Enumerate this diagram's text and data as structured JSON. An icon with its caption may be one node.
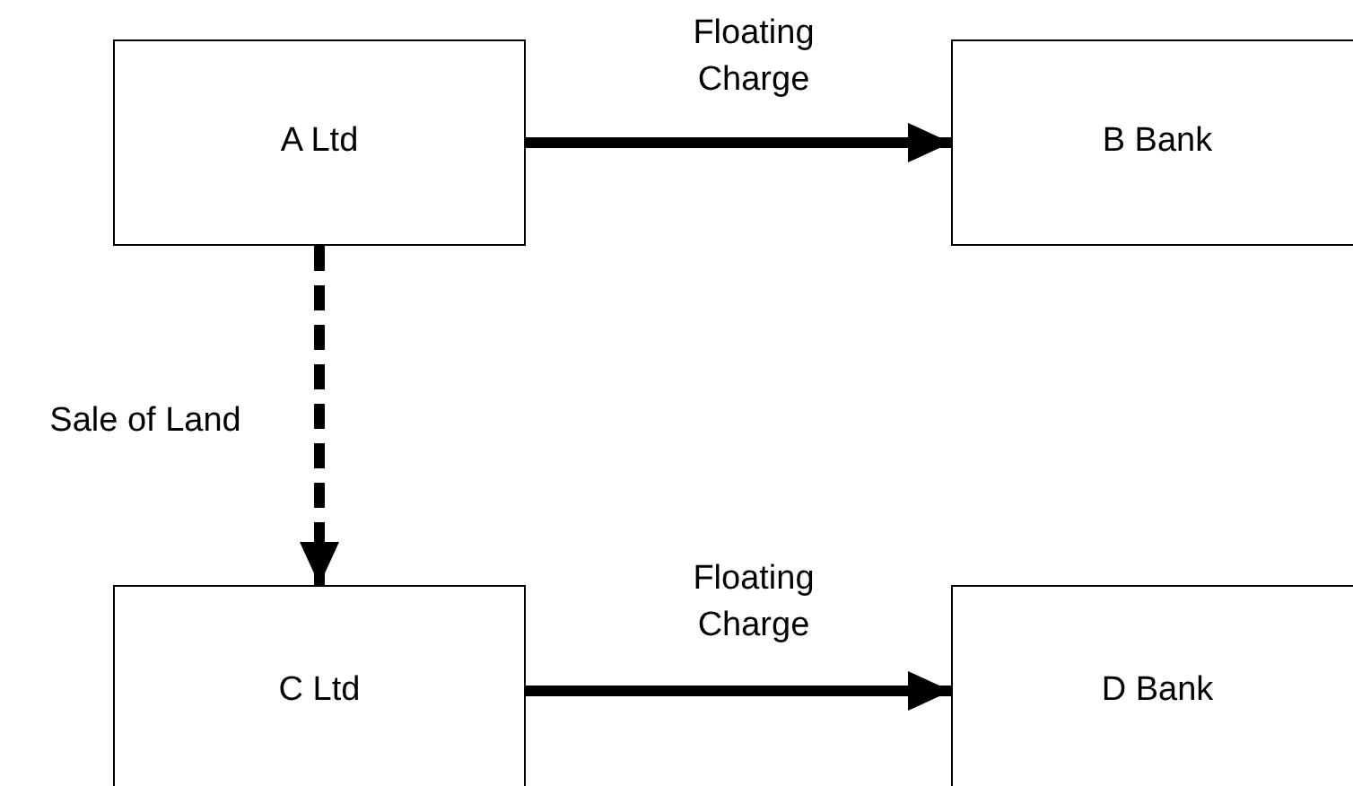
{
  "diagram": {
    "nodes": [
      {
        "text": [
          "A Ltd"
        ]
      },
      {
        "text": [
          "B Bank"
        ]
      },
      {
        "text": [
          "C Ltd"
        ]
      },
      {
        "text": [
          "D Bank"
        ]
      }
    ],
    "edges": [
      {
        "from": 0,
        "to": 1,
        "arrow": "to",
        "label": "Floating Charge"
      },
      {
        "from": 0,
        "to": 2,
        "arrow": "to",
        "label": "Sale of Land",
        "style": "dashed"
      },
      {
        "from": 2,
        "to": 3,
        "arrow": "to",
        "label": "Floating Charge"
      }
    ]
  }
}
